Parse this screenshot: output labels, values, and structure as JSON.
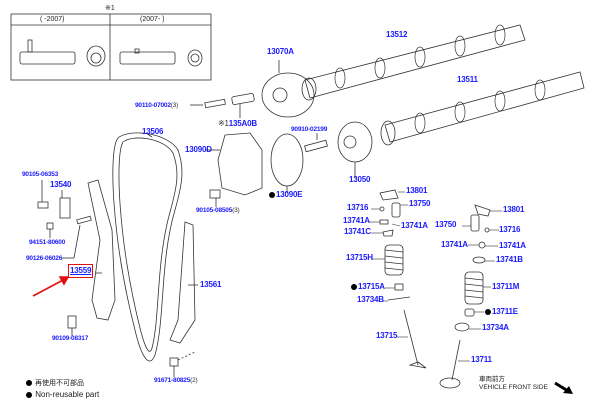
{
  "inset": {
    "note_mark": "※1",
    "col_left": "(      -2007)",
    "col_right": "(2007-      )"
  },
  "labels": {
    "p13070A": "13070A",
    "p13512": "13512",
    "p13511": "13511",
    "p90110": "90110-07002",
    "p90110_qty": "(3)",
    "p135A0B_mark": "※1",
    "p135A0B": "135A0B",
    "p13506": "13506",
    "p90910": "90910-02199",
    "p13090D": "13090D",
    "p90105_06353": "90105-06353",
    "p13540": "13540",
    "p13090E": "13090E",
    "p13050": "13050",
    "p13801_a": "13801",
    "p90105_08505": "90105-08505",
    "p90105_08505_qty": "(3)",
    "p13716_a": "13716",
    "p13750_a": "13750",
    "p13741A_a": "13741A",
    "p13741A_b": "13741A",
    "p13741C": "13741C",
    "p13750_b": "13750",
    "p13801_b": "13801",
    "p13716_b": "13716",
    "p94151": "94151-80600",
    "p13741A_c": "13741A",
    "p13741A_d": "13741A",
    "p13741B": "13741B",
    "p90126": "90126-06026",
    "p13715H": "13715H",
    "p13559": "13559",
    "p13561": "13561",
    "p13715A": "13715A",
    "p13711M": "13711M",
    "p13734B": "13734B",
    "p13711E": "13711E",
    "p13734A": "13734A",
    "p90109": "90109-08317",
    "p13715": "13715",
    "p13711": "13711",
    "p91671": "91671-80825",
    "p91671_qty": "(2)"
  },
  "legend": {
    "non_reusable_jp": "再使用不可部品",
    "non_reusable_en": "Non-reusable part"
  },
  "orientation": {
    "jp": "車両前方",
    "en": "VEHICLE FRONT SIDE",
    "arrow_icon": "arrow-down-right-icon"
  },
  "colors": {
    "label": "#1a1aff",
    "highlight": "#e01010",
    "line": "#333333"
  }
}
